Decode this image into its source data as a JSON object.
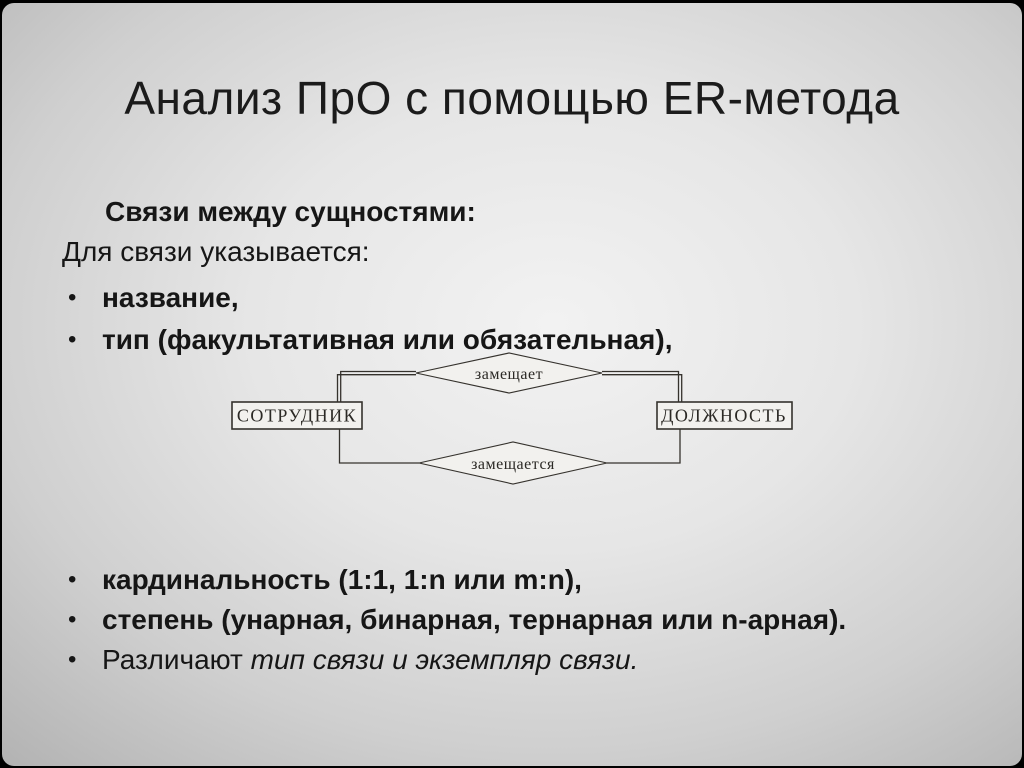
{
  "slide": {
    "title": "Анализ ПрО с помощью ER-метода",
    "heading": "Связи между сущностями:",
    "subheading": "Для связи указывается:",
    "bullet_glyph": "•",
    "bullets_top": [
      "название,",
      "тип (факультативная или обязательная),"
    ],
    "bullets_bottom": {
      "cardinality": "кардинальность (1:1, 1:n или m:n),",
      "degree": "степень (унарная, бинарная, тернарная или n-арная).",
      "distinguish_prefix": "Различают ",
      "distinguish_italic": "тип связи и экземпляр связи."
    },
    "diagram": {
      "entity_left": "СОТРУДНИК",
      "entity_right": "ДОЛЖНОСТЬ",
      "relation_top": "замещает",
      "relation_bottom": "замещается"
    },
    "colors": {
      "text": "#161616",
      "background_light": "#f2f2f2",
      "background_dark": "#b4b4b4",
      "frame": "#000000",
      "diagram_stroke": "#35322d"
    }
  }
}
